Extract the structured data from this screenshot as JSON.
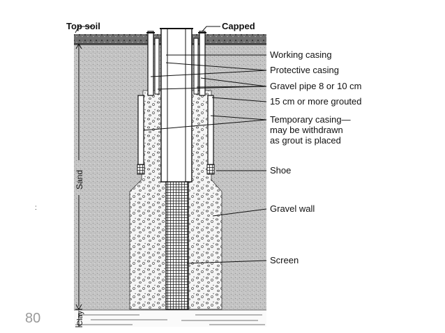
{
  "slide": {
    "page_number": "80",
    "side_mark": ":"
  },
  "diagram": {
    "labels": {
      "top_soil": "Top soil",
      "capped": "Capped",
      "working_casing": "Working casing",
      "protective_casing": "Protective casing",
      "gravel_pipe": "Gravel pipe 8 or 10 cm",
      "grouted": "15 cm or more grouted",
      "temporary_casing_1": "Temporary casing—",
      "temporary_casing_2": "may be withdrawn",
      "temporary_casing_3": "as grout is placed",
      "shoe": "Shoe",
      "gravel_wall": "Gravel wall",
      "screen": "Screen",
      "sand": "Sand",
      "clay": "Clay"
    },
    "colors": {
      "background": "#ffffff",
      "sand": "#c9c9c9",
      "gravel": "#f4f4f4",
      "line": "#111111",
      "page_number": "#9a9a9a"
    }
  }
}
